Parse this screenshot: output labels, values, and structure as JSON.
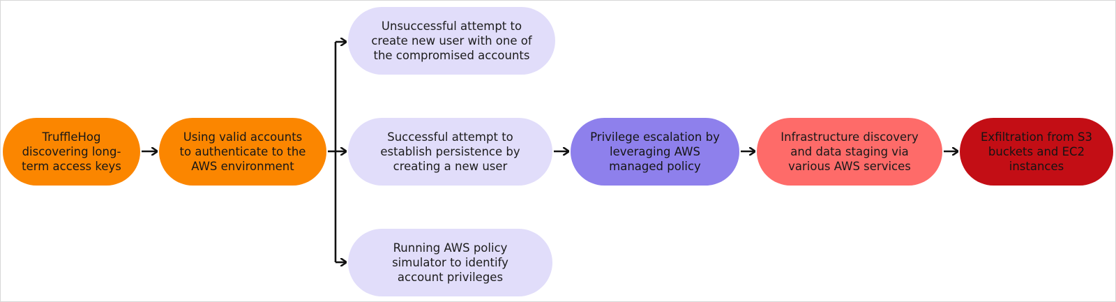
{
  "diagram": {
    "nodes": {
      "trufflehog": [
        "TruffleHog",
        "discovering long-",
        "term access keys"
      ],
      "valid_accounts": [
        "Using valid accounts",
        "to authenticate to the",
        "AWS environment"
      ],
      "unsuccessful_user": [
        "Unsuccessful attempt to",
        "create new user with one of",
        "the compromised accounts"
      ],
      "successful_persistence": [
        "Successful attempt to",
        "establish persistence by",
        "creating a new user"
      ],
      "policy_simulator": [
        "Running AWS policy",
        "simulator to identify",
        "account privileges"
      ],
      "privilege_escalation": [
        "Privilege escalation by",
        "leveraging AWS",
        "managed policy"
      ],
      "infrastructure_discovery": [
        "Infrastructure discovery",
        "and data staging via",
        "various AWS services"
      ],
      "exfiltration": [
        "Exfiltration from S3",
        "buckets and EC2",
        "instances"
      ]
    },
    "edges": [
      [
        "trufflehog",
        "valid_accounts"
      ],
      [
        "valid_accounts",
        "unsuccessful_user"
      ],
      [
        "valid_accounts",
        "successful_persistence"
      ],
      [
        "valid_accounts",
        "policy_simulator"
      ],
      [
        "successful_persistence",
        "privilege_escalation"
      ],
      [
        "privilege_escalation",
        "infrastructure_discovery"
      ],
      [
        "infrastructure_discovery",
        "exfiltration"
      ]
    ],
    "colors": {
      "initial_access": "#fb8600",
      "persistence": "#e1ddfa",
      "privilege_escalation": "#8e80ec",
      "discovery": "#fe6b69",
      "exfiltration": "#c30e15",
      "arrow": "#111111"
    }
  }
}
